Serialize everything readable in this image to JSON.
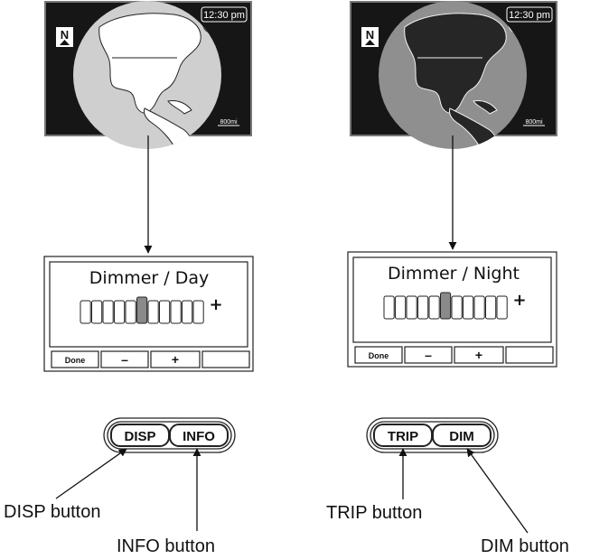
{
  "screens": [
    {
      "clock": "12:30 pm",
      "scale": "800mi",
      "north": "N"
    },
    {
      "clock": "12:30 pm",
      "scale": "800mi",
      "north": "N"
    }
  ],
  "dimmer_panels": [
    {
      "title": "Dimmer / Day",
      "minus_sign": "–",
      "plus_sign": "+",
      "soft_keys": [
        "Done",
        "–",
        "+",
        ""
      ],
      "level": 6,
      "steps": 11
    },
    {
      "title": "Dimmer / Night",
      "minus_sign": "–",
      "plus_sign": "+",
      "soft_keys": [
        "Done",
        "–",
        "+",
        ""
      ],
      "level": 6,
      "steps": 11
    }
  ],
  "button_clusters": [
    {
      "left_button": "DISP",
      "right_button": "INFO"
    },
    {
      "left_button": "TRIP",
      "right_button": "DIM"
    }
  ],
  "callouts": {
    "disp": "DISP button",
    "info": "INFO button",
    "trip": "TRIP button",
    "dim": "DIM button"
  },
  "colors": {
    "screen_bg": "#161616",
    "globe_day": "#cfcfcf",
    "globe_night": "#8f8f8f",
    "land_day": "#ffffff",
    "land_night": "#262626",
    "highlight": "#8a8a8a"
  }
}
